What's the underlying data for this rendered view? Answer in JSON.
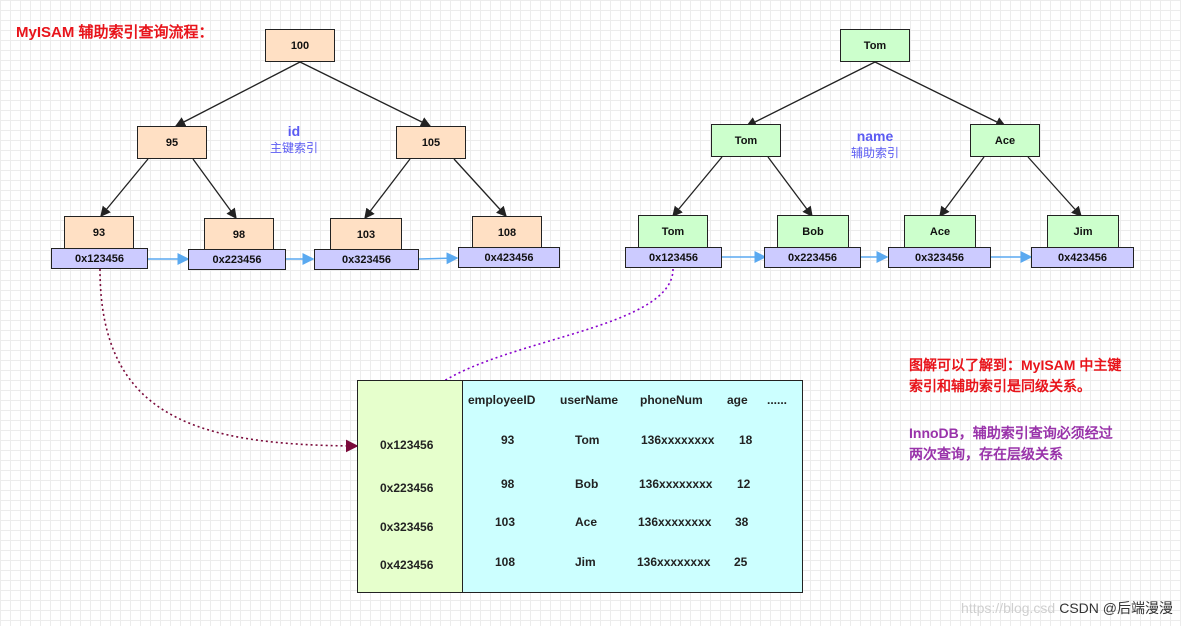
{
  "title": "MyISAM 辅助索引查询流程：",
  "left_tree": {
    "root": "100",
    "l1": [
      "95",
      "105"
    ],
    "leaves": [
      "93",
      "98",
      "103",
      "108"
    ],
    "addrs": [
      "0x123456",
      "0x223456",
      "0x323456",
      "0x423456"
    ],
    "label_line1": "id",
    "label_line2": "主键索引"
  },
  "right_tree": {
    "root": "Tom",
    "l1": [
      "Tom",
      "Ace"
    ],
    "leaves": [
      "Tom",
      "Bob",
      "Ace",
      "Jim"
    ],
    "addrs": [
      "0x123456",
      "0x223456",
      "0x323456",
      "0x423456"
    ],
    "label_line1": "name",
    "label_line2": "辅助索引"
  },
  "table": {
    "addrs": [
      "0x123456",
      "0x223456",
      "0x323456",
      "0x423456"
    ],
    "headers": [
      "employeeID",
      "userName",
      "phoneNum",
      "age",
      "......"
    ],
    "rows": [
      [
        "93",
        "Tom",
        "136xxxxxxxx",
        "18"
      ],
      [
        "98",
        "Bob",
        "136xxxxxxxx",
        "12"
      ],
      [
        "103",
        "Ace",
        "136xxxxxxxx",
        "38"
      ],
      [
        "108",
        "Jim",
        "136xxxxxxxx",
        "25"
      ]
    ]
  },
  "note_red": [
    "图解可以了解到：MyISAM 中主键",
    "索引和辅助索引是同级关系。"
  ],
  "note_purple": [
    "InnoDB，辅助索引查询必须经过",
    "两次查询，存在层级关系"
  ],
  "watermark": {
    "faint": "https://blog.csd",
    "main": "CSDN @后端漫漫"
  },
  "colors": {
    "title": "#e8141b",
    "index_label": "#5b5bf2",
    "orange_node": "#ffe0c4",
    "green_node": "#ccffcc",
    "address_cell": "#cccbff",
    "table_addr_col": "#e6ffcc",
    "table_body": "#ccffff",
    "leaf_link_arrow": "#5aa9f0",
    "dotted_link_left": "#7a0a3a",
    "dotted_link_right": "#8800cc",
    "note_purple": "#9933aa"
  }
}
